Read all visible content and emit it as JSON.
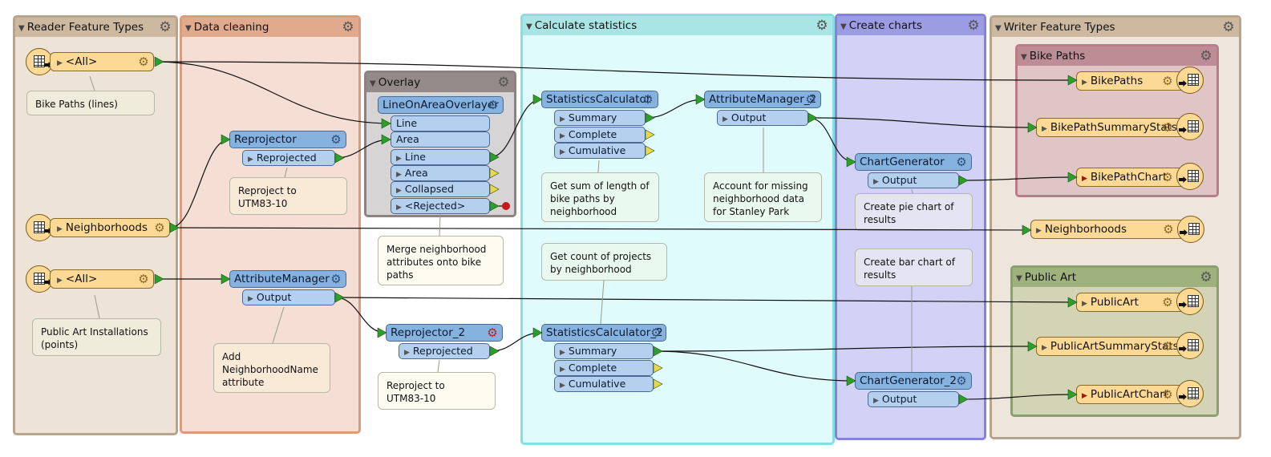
{
  "colors": {
    "connection": "#111111",
    "port_arrow": "#2aa02a",
    "unused_arrow": "#e8d84a",
    "rejected_dot": "#c81818"
  },
  "bookmarks": {
    "reader": {
      "title": "Reader Feature Types"
    },
    "cleaning": {
      "title": "Data cleaning"
    },
    "overlay": {
      "title": "Overlay"
    },
    "stats": {
      "title": "Calculate statistics"
    },
    "charts": {
      "title": "Create charts"
    },
    "writer": {
      "title": "Writer Feature Types"
    },
    "bikepaths": {
      "title": "Bike Paths"
    },
    "publicart": {
      "title": "Public Art"
    }
  },
  "readers": [
    {
      "label": "<All>"
    },
    {
      "label": "Neighborhoods"
    },
    {
      "label": "<All>"
    }
  ],
  "writers": [
    {
      "label": "BikePaths"
    },
    {
      "label": "BikePathSummaryStats"
    },
    {
      "label": "BikePathChart"
    },
    {
      "label": "Neighborhoods"
    },
    {
      "label": "PublicArt"
    },
    {
      "label": "PublicArtSummaryStats"
    },
    {
      "label": "PublicArtChart"
    }
  ],
  "transformers": {
    "reprojector": {
      "name": "Reprojector",
      "ports": [
        "Reprojected"
      ]
    },
    "attributemanager": {
      "name": "AttributeManager",
      "ports": [
        "Output"
      ]
    },
    "overlayer": {
      "name": "LineOnAreaOverlayer",
      "inputs": [
        "Line",
        "Area"
      ],
      "ports": [
        "Line",
        "Area",
        "Collapsed",
        "<Rejected>"
      ]
    },
    "reprojector2": {
      "name": "Reprojector_2",
      "ports": [
        "Reprojected"
      ]
    },
    "stats1": {
      "name": "StatisticsCalculator",
      "ports": [
        "Summary",
        "Complete",
        "Cumulative"
      ]
    },
    "attrmgr2": {
      "name": "AttributeManager_2",
      "ports": [
        "Output"
      ]
    },
    "stats2": {
      "name": "StatisticsCalculator_2",
      "ports": [
        "Summary",
        "Complete",
        "Cumulative"
      ]
    },
    "chartgen": {
      "name": "ChartGenerator",
      "ports": [
        "Output"
      ]
    },
    "chartgen2": {
      "name": "ChartGenerator_2",
      "ports": [
        "Output"
      ]
    }
  },
  "notes": {
    "bikelines": "Bike Paths (lines)",
    "publicartpoints": "Public Art Installations\n(points)",
    "reproject1": "Reproject to\nUTM83-10",
    "addname": "Add\nNeighborhoodName\nattribute",
    "merge": "Merge neighborhood\nattributes onto bike\npaths",
    "reproject2": "Reproject to\nUTM83-10",
    "sumlength": "Get sum of length of\nbike paths by\nneighborhood",
    "countprojects": "Get count of projects\nby neighborhood",
    "missing": "Account for missing\nneighborhood data\nfor Stanley Park",
    "piechart": "Create pie chart of\nresults",
    "barchart": "Create bar chart of\nresults"
  }
}
